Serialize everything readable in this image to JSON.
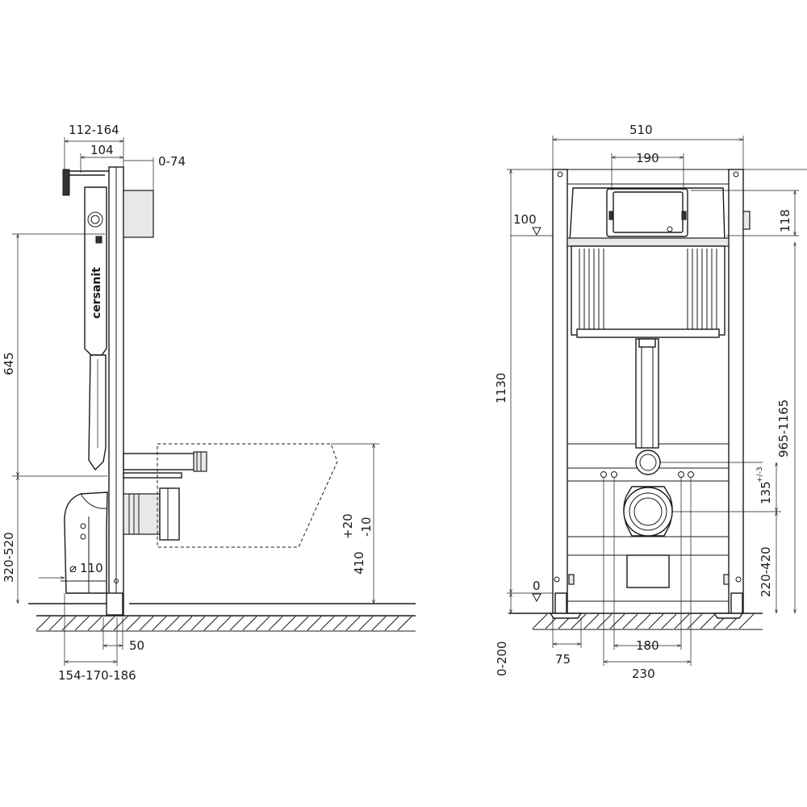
{
  "side_view": {
    "dims": {
      "depth_range": "112-164",
      "depth": "104",
      "adjust": "0-74",
      "height_645": "645",
      "range_320_520": "320-520",
      "diameter_symbol": "⌀",
      "pipe_110": "110",
      "width_50": "50",
      "range_154": "154-170-186",
      "tol_plus": "+20",
      "tol_minus": "-10",
      "height_410": "410"
    },
    "brand": "cersanit"
  },
  "front_view": {
    "dims": {
      "width_510": "510",
      "width_190": "190",
      "h_118": "118",
      "level_100": "100",
      "h_1130": "1130",
      "range_965": "965-1165",
      "h_135": "135",
      "h_135_tol": "+/-3",
      "range_220_420": "220-420",
      "level_0": "0",
      "range_0_200": "0-200",
      "w_75": "75",
      "w_180": "180",
      "w_230": "230"
    }
  }
}
